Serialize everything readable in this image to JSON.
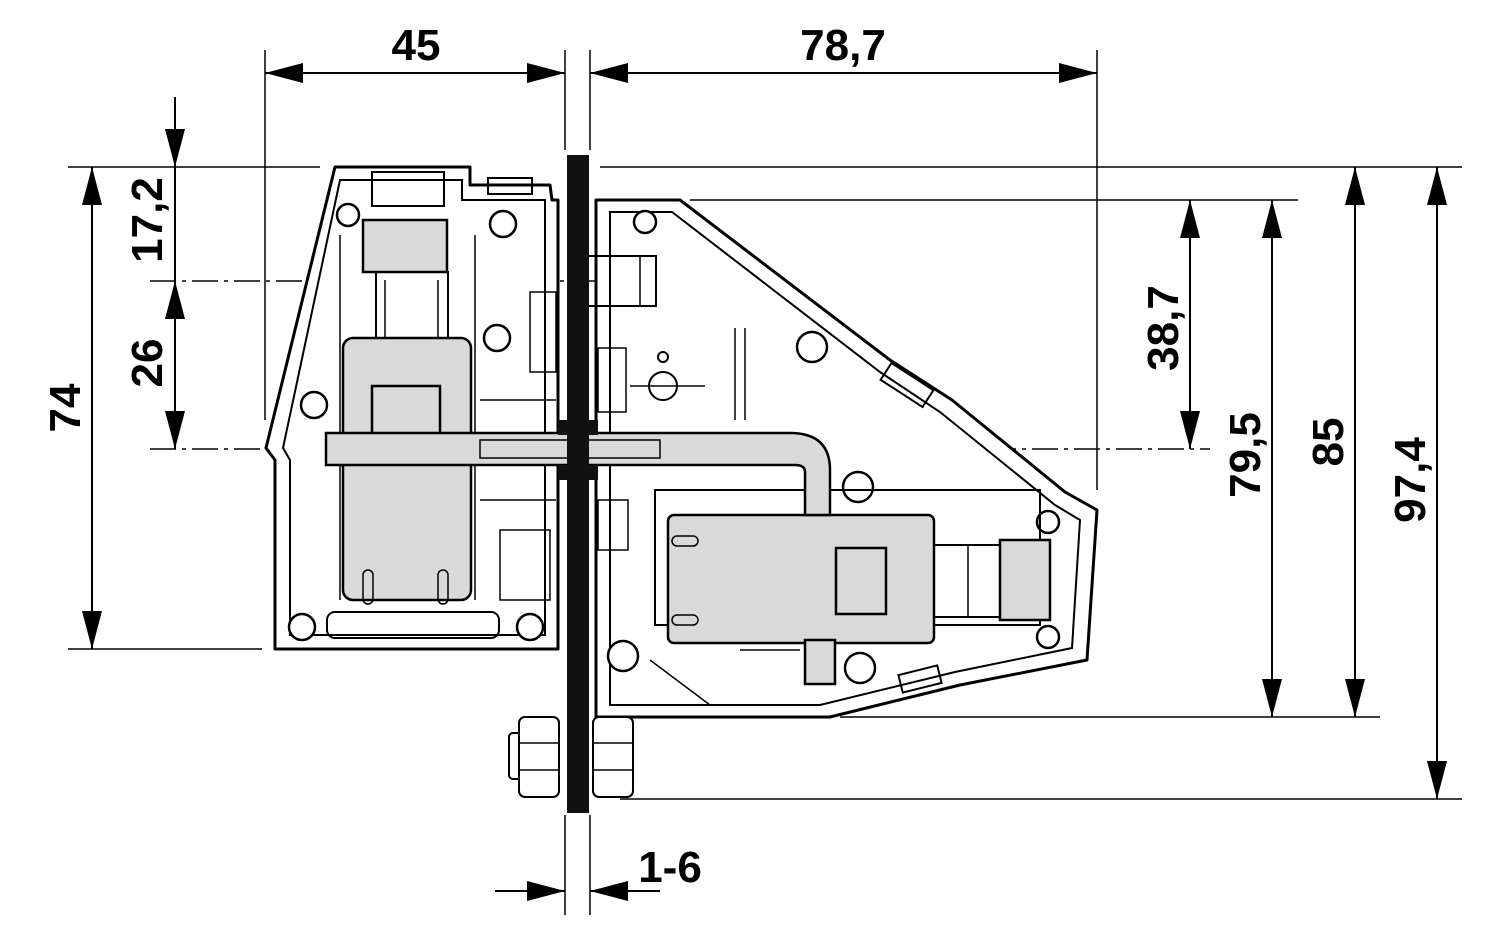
{
  "drawing": {
    "type": "dimensional drawing",
    "subject": "panel feed-through connector housing, side view",
    "colors": {
      "line": "#000000",
      "part_fill": "#d9d9d9",
      "panel": "#111111",
      "background": "#ffffff"
    }
  },
  "dimensions": {
    "width_left": "45",
    "width_right": "78,7",
    "panel_thickness": "1-6",
    "height_left_total": "74",
    "height_top_offset": "17,2",
    "height_axis_spacing": "26",
    "height_right_upper": "38,7",
    "height_right_mid": "79,5",
    "height_right_housing": "85",
    "height_total": "97,4"
  }
}
